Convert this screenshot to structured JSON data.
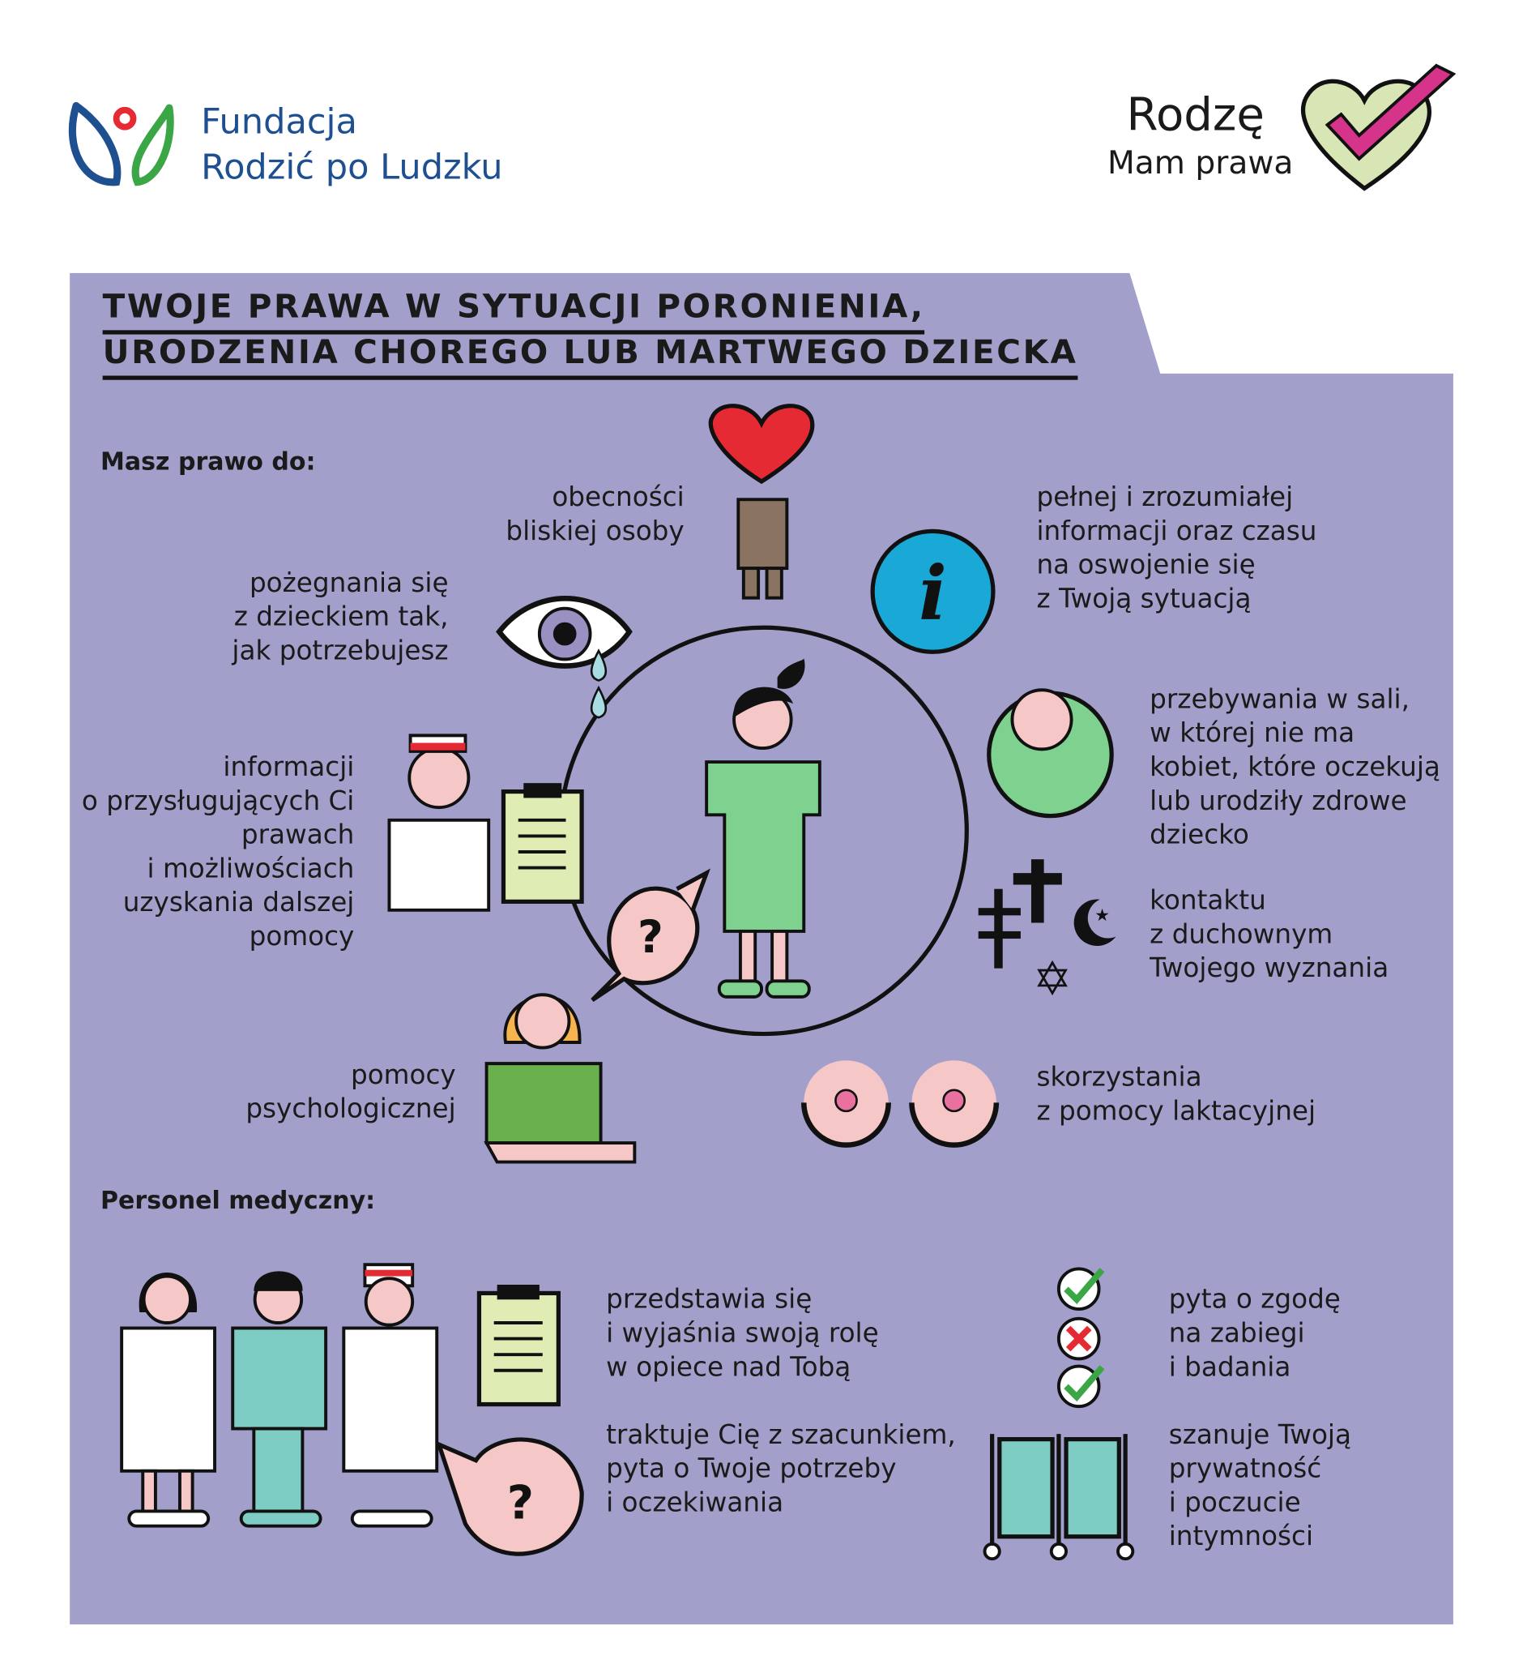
{
  "logos": {
    "left": {
      "line1": "Fundacja",
      "line2": "Rodzić po Ludzku"
    },
    "right": {
      "line1": "Rodzę",
      "line2": "Mam prawa"
    }
  },
  "title": {
    "line1": "TWOJE PRAWA W SYTUACJI PORONIENIA,",
    "line2": "URODZENIA CHOREGO LUB MARTWEGO DZIECKA"
  },
  "rights": {
    "heading": "Masz prawo do:",
    "items": [
      {
        "text": "obecności\nbliskiej osoby"
      },
      {
        "text": "pełnej i zrozumiałej\ninformacji oraz czasu\nna oswojenie się\nz Twoją sytuacją"
      },
      {
        "text": "pożegnania się\nz dzieckiem tak,\njak potrzebujesz"
      },
      {
        "text": "przebywania w sali,\nw której nie ma\nkobiet, które oczekują\nlub urodziły zdrowe\ndziecko"
      },
      {
        "text": "informacji\no przysługujących Ci\nprawach\ni możliwościach\nuzyskania dalszej\npomocy"
      },
      {
        "text": "kontaktu\nz duchownym\nTwojego wyznania"
      },
      {
        "text": "pomocy\npsychologicznej"
      },
      {
        "text": "skorzystania\nz pomocy laktacyjnej"
      }
    ]
  },
  "staff": {
    "heading": "Personel medyczny:",
    "items": [
      {
        "text": "przedstawia się\ni wyjaśnia swoją rolę\nw opiece nad Tobą"
      },
      {
        "text": "traktuje Cię z szacunkiem,\npyta o Twoje potrzeby\ni oczekiwania"
      },
      {
        "text": "pyta o zgodę\nna zabiegi\ni badania"
      },
      {
        "text": "szanuje Twoją\nprywatność\ni poczucie\nintymności"
      }
    ]
  },
  "colors": {
    "panel": "#a29fcb",
    "brand_blue": "#1d4f91",
    "heart_red": "#e52a33",
    "info_blue": "#1aa9d6",
    "gown_green": "#7fd18f",
    "teal": "#7ecdc4",
    "pink": "#f6c7c7"
  }
}
